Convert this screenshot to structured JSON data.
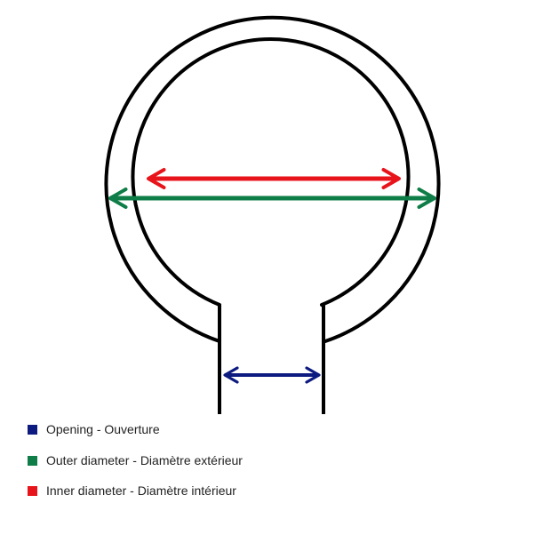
{
  "colors": {
    "outline": "#000000",
    "opening": "#0d1a80",
    "outer_diameter": "#0f7d47",
    "inner_diameter": "#e8141b"
  },
  "legend": {
    "items": [
      {
        "key": "opening",
        "color": "#0d1a80",
        "label": "Opening - Ouverture"
      },
      {
        "key": "outer_diameter",
        "color": "#0f7d47",
        "label": "Outer diameter - Diamètre extérieur"
      },
      {
        "key": "inner_diameter",
        "color": "#e8141b",
        "label": "Inner diameter - Diamètre intérieur"
      }
    ]
  }
}
